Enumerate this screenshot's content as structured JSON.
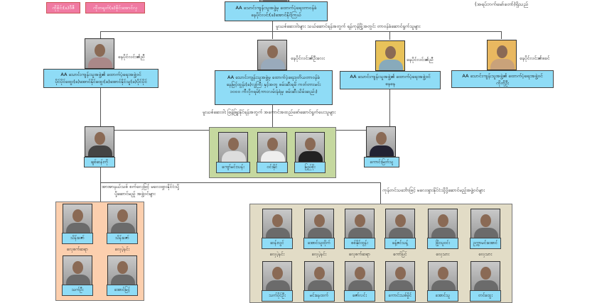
{
  "top": {
    "pink": [
      "ကိုစိုင်း(ခ)ဝီဇီ",
      "ကိုတရုတ်(ခ)စိုင်းအောင်လှ"
    ],
    "leader": [
      "AA သောင်းကျန်းသူအဖွဲ့မှ ထောက်ပံ့ရေးတာဝန်ခံ",
      "နေပိုင်လင်း(ခ)အောင်နိုင်ကြယ်"
    ],
    "right_note": "(အရပ်ဘက်မော်တော်)ရှိသည်"
  },
  "tier1": {
    "label": "မူးယစ်ဆေးဝါးများ သယ်ဆောင်ရန်အတွက် ရန်ကုန်မြို့အတွင်း တာဝန်ခံဆောင်ရွက်သူများ",
    "people": [
      {
        "relation": "နေပိုင်လင်း၏ညီ",
        "lines": [
          "AA သောင်းကျန်းသူအဖွဲ့၏ ထောက်ပံ့ရေးအဖွဲ့ဝင်",
          "ပိုင်ပိုင်ထွေး(ခ)အောင်နိုင်ထွေး(ခ)အောင်နိုင်သူ(ခ)ပိုင်ပိုင်"
        ]
      },
      {
        "relation": "နေပိုင်လင်း၏ဦးလေး",
        "lines": [
          "AA သောင်းကျန်းသူအဖွဲ့မှ ထောက်ပံ့ရေးဒုတိယတာဝန်ခံ",
          "နေမြင့်ထွန်း(ခ)လူကြီး နှင့်အတူ ဖမ်းဆီးရမိ ကတ်တားမင်း",
          "၁၀၀၀ ကီလိုဂရမ်(ကားလမ်းနံရံမှ ဖမ်းဆီးသိမ်းဆည်း)"
        ]
      },
      {
        "relation": "နေပိုင်လင်း၏ညီ",
        "lines": [
          "AA သောင်းကျန်းသူအဖွဲ့၏ ထောက်ပံ့ရေးအဖွဲ့ဝင်",
          "နေနေ"
        ]
      },
      {
        "relation": "နေပိုင်လင်း၏ဖခင်",
        "lines": [
          "AA သောင်းကျန်းသူအဖွဲ့၏ ထောက်ပံ့ရေးအဖွဲ့ဝင်",
          "ကိုကိုဦး"
        ]
      }
    ]
  },
  "tier2": {
    "label": "မူးယစ်ဆေးဝါး ဖြန့်ဖြူးနိုင်ရန်အတွက် အကောင်အထည်ဖော်ဆောင်ရွက်ပေးသူများ",
    "left": "ချစ်ဆန်းကို",
    "group": [
      "ကျော်မင်းသန်း",
      "ဝင်းနိုင်",
      "မြည်စိုး"
    ],
    "right": "ကောင်းမြတ်သူ"
  },
  "tier3": {
    "left_label": [
      "အာအာနယ်သစ် စက်လှေဖြင့် မလေးရှားနိုင်ငံသို့",
      "ပို့ဆောင်မည့် အဖွဲ့ဝင်များ"
    ],
    "right_label": "ကုန်တင်သင်္ဘောဖြင့် မလေးရှားနိုင်ငံသို့ပို့ဆောင်မည့်အဖွဲ့ဝင်များ",
    "left_group": [
      {
        "name": "သိန်းဇော်",
        "role": "လှေစက်ဆရာ"
      },
      {
        "name": "သိန်းဇော်",
        "role": "လှေပဲ့နင်း"
      },
      {
        "name": "သက်ဦး"
      },
      {
        "name": "အောင်မြင့်"
      }
    ],
    "right_group": [
      {
        "name": "ဆန်းလွင်",
        "role": "လှေပဲ့နင်း"
      },
      {
        "name": "အောင်သူထိုက်",
        "role": "လှေပဲ့နင်း"
      },
      {
        "name": "စစ်နိုင်ထွန်း",
        "role": "လှေစက်ဆရာ"
      },
      {
        "name": "ခန့်ဇင်သန့်",
        "role": "ကော်ပြင်"
      },
      {
        "name": "ဖြိုးသူဝင်း",
        "role": "လှေသား"
      },
      {
        "name": "ဥက္ကာမင်းအောင်",
        "role": "လှေသား"
      },
      {
        "name": "သက်ပိုင်ဦး"
      },
      {
        "name": "မင်းနေထက်"
      },
      {
        "name": "ဇော်လင်း"
      },
      {
        "name": "ကောင်းသစ်မှိုင်"
      },
      {
        "name": "အောင်သူ"
      },
      {
        "name": "တင်ထွေး"
      }
    ]
  },
  "colors": {
    "box": "#8fdcf6",
    "pink": "#f07aa2",
    "green": "#c5d89f",
    "orange": "#fccfae",
    "beige": "#e2dcc6"
  }
}
